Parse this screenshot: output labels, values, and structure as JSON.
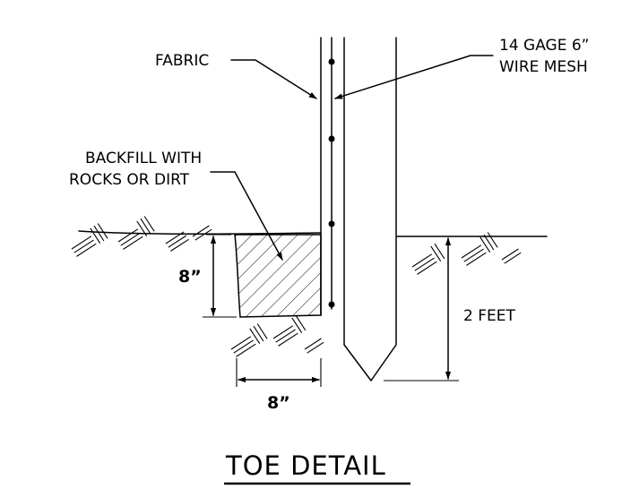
{
  "labels": {
    "fabric": "FABRIC",
    "mesh_line1": "14 GAGE 6”",
    "mesh_line2": "WIRE MESH",
    "backfill_line1": "BACKFILL WITH",
    "backfill_line2": "ROCKS OR DIRT",
    "trench_depth": "8”",
    "trench_width": "8”",
    "embed_depth": "2 FEET",
    "title": "TOE DETAIL"
  }
}
